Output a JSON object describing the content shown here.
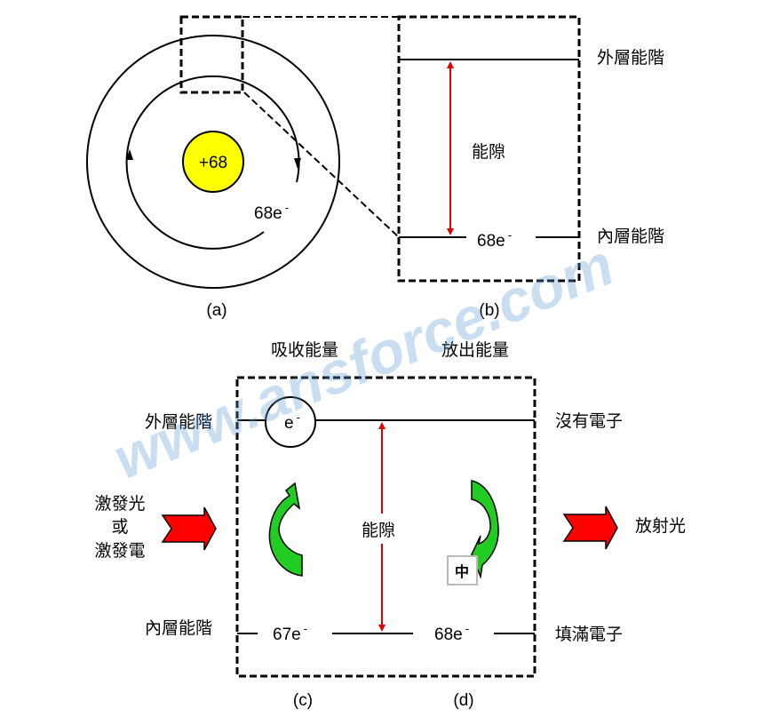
{
  "watermark": "www.ansforce.com",
  "colors": {
    "nucleus": "#FFFF00",
    "gap_arrow": "#E00000",
    "block_arrow": "#FF0000",
    "curve_arrow": "#22CC22"
  },
  "panel_a": {
    "nucleus_label": "+68",
    "electrons_label": "68e",
    "charge_sign": "-",
    "caption": "(a)"
  },
  "panel_b": {
    "outer_level": "外層能階",
    "inner_level": "內層能階",
    "gap_label": "能隙",
    "electrons_label": "68e",
    "charge_sign": "-",
    "caption": "(b)"
  },
  "panel_cd": {
    "absorb_label": "吸收能量",
    "emit_label": "放出能量",
    "outer_level": "外層能階",
    "inner_level": "內層能階",
    "excitation": [
      "激發光",
      "或",
      "激發電"
    ],
    "emission": "放射光",
    "no_electron": "沒有電子",
    "filled_electron": "填滿電子",
    "gap_label": "能隙",
    "electron": "e",
    "charge_sign": "-",
    "inner_left_electrons": "67e",
    "inner_right_electrons": "68e",
    "caption_c": "(c)",
    "caption_d": "(d)",
    "ime_badge": "中"
  }
}
